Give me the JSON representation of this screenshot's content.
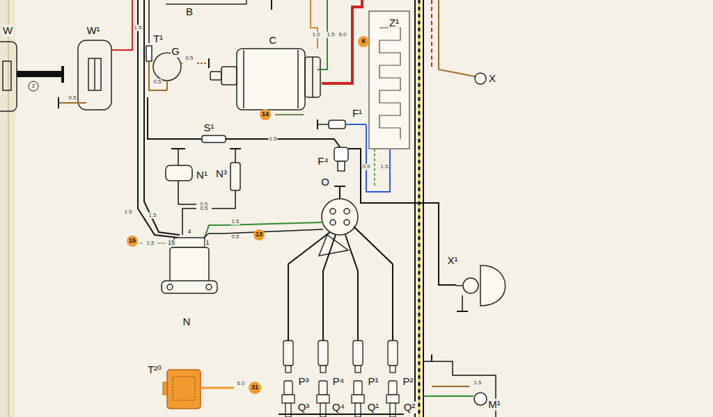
{
  "diagram": {
    "labels": [
      "W",
      "W¹",
      "2",
      "B",
      "C",
      "T¹",
      "G",
      "0.5",
      "1.0",
      "1.5",
      "6.0",
      "6",
      "Z¹",
      "X",
      "0.5",
      "1.5",
      "0.5",
      "14",
      "F¹",
      "S¹",
      "1.5",
      "F⁴",
      "0.5",
      "1.5",
      "N¹",
      "N³",
      "0.5",
      "0.5",
      "O",
      "1.5",
      "1.5",
      "1.5",
      "0.5",
      "13",
      "15",
      "1,5",
      "15",
      "4",
      "1",
      "N",
      "X¹",
      "P³",
      "P⁴",
      "P¹",
      "P²",
      "Q³",
      "Q⁴",
      "Q¹",
      "Q²",
      "T²⁰",
      "6.0",
      "31",
      "1.5",
      "M¹"
    ]
  }
}
